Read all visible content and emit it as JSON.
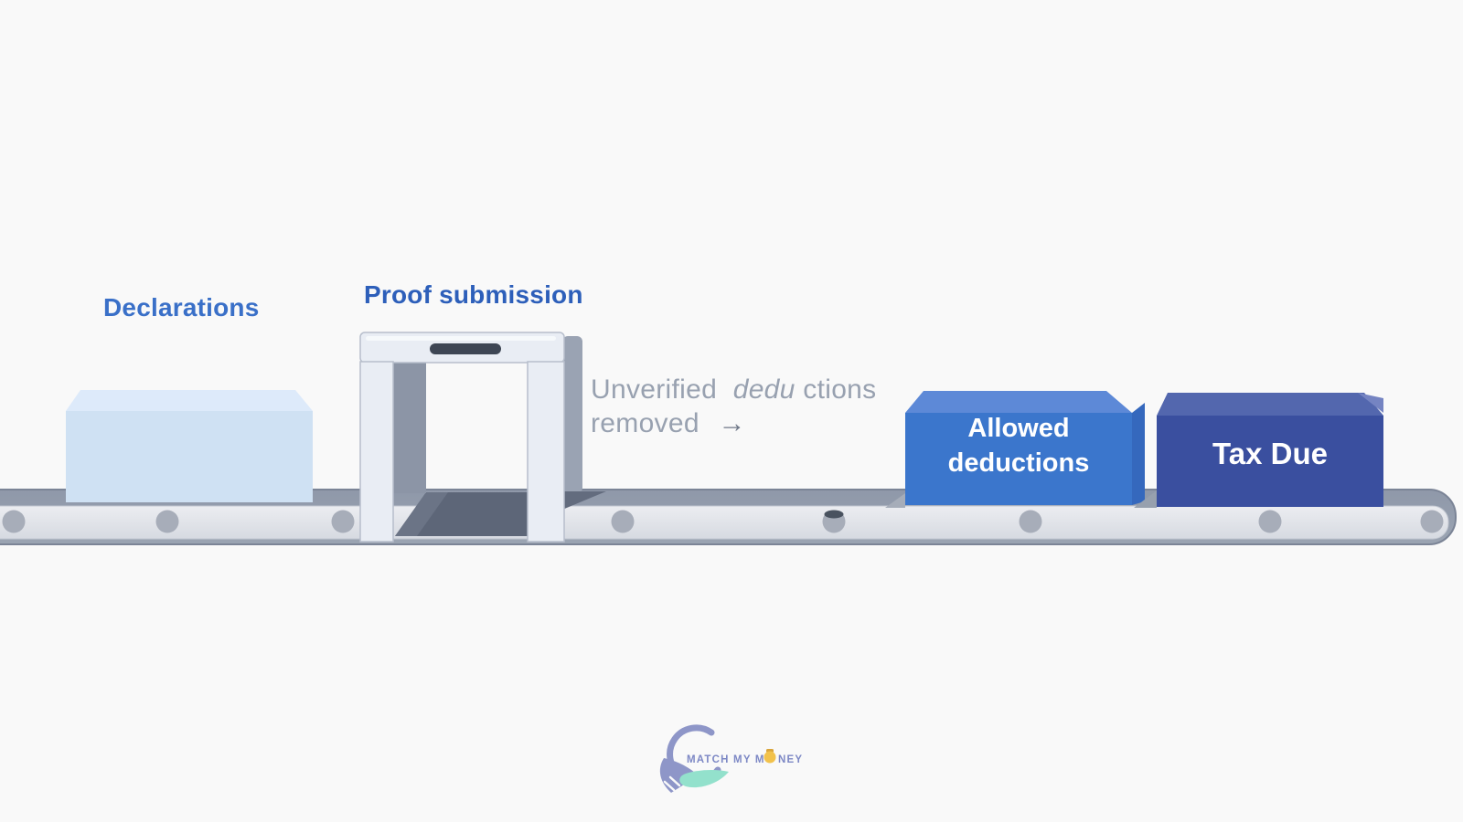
{
  "labels": {
    "declarations": "Declarations",
    "proof_submission": "Proof submission",
    "note_line1_pre": "Unverified",
    "note_line1_italic": "dedu",
    "note_line1_post": "ctions",
    "note_line2": "removed",
    "note_arrow": "→"
  },
  "boxes": {
    "allowed_line1": "Allowed",
    "allowed_line2": "deductions",
    "tax_due": "Tax Due"
  },
  "logo": {
    "brand_pre": "MATCH MY M",
    "brand_post": "NEY"
  },
  "colors": {
    "background": "#f9f9f9",
    "declarations_label": "#3a70c8",
    "proof_label": "#2d5fba",
    "note_text": "#98a1b0",
    "note_arrow": "#6f7888",
    "declaration_box_front": "#cfe1f3",
    "declaration_box_top": "#ddeafa",
    "belt_wrap": "#949dac",
    "belt_edge": "#7b8496",
    "belt_roller": "#a7adb9",
    "gate_frame": "#e9edf4",
    "gate_rear": "#9aa3b3",
    "gate_inner_wall": "#8c95a6",
    "gate_floor": "#5d6678",
    "gate_floor_light": "#6b7486",
    "gate_slot": "#3e4654",
    "debris": "#49525f",
    "allowed_front": "#3b76cc",
    "allowed_top": "#5d89d7",
    "allowed_side": "#3568bd",
    "tax_front": "#3a4f9f",
    "tax_top": "#5367ae",
    "tax_corner": "#7584c2",
    "box_text": "#ffffff",
    "logo_ring": "#8e96c8",
    "logo_hand": "#93e1cc",
    "logo_text": "#7d88c5",
    "logo_bag": "#f2c24c",
    "logo_bag_tie": "#d9a53b"
  }
}
